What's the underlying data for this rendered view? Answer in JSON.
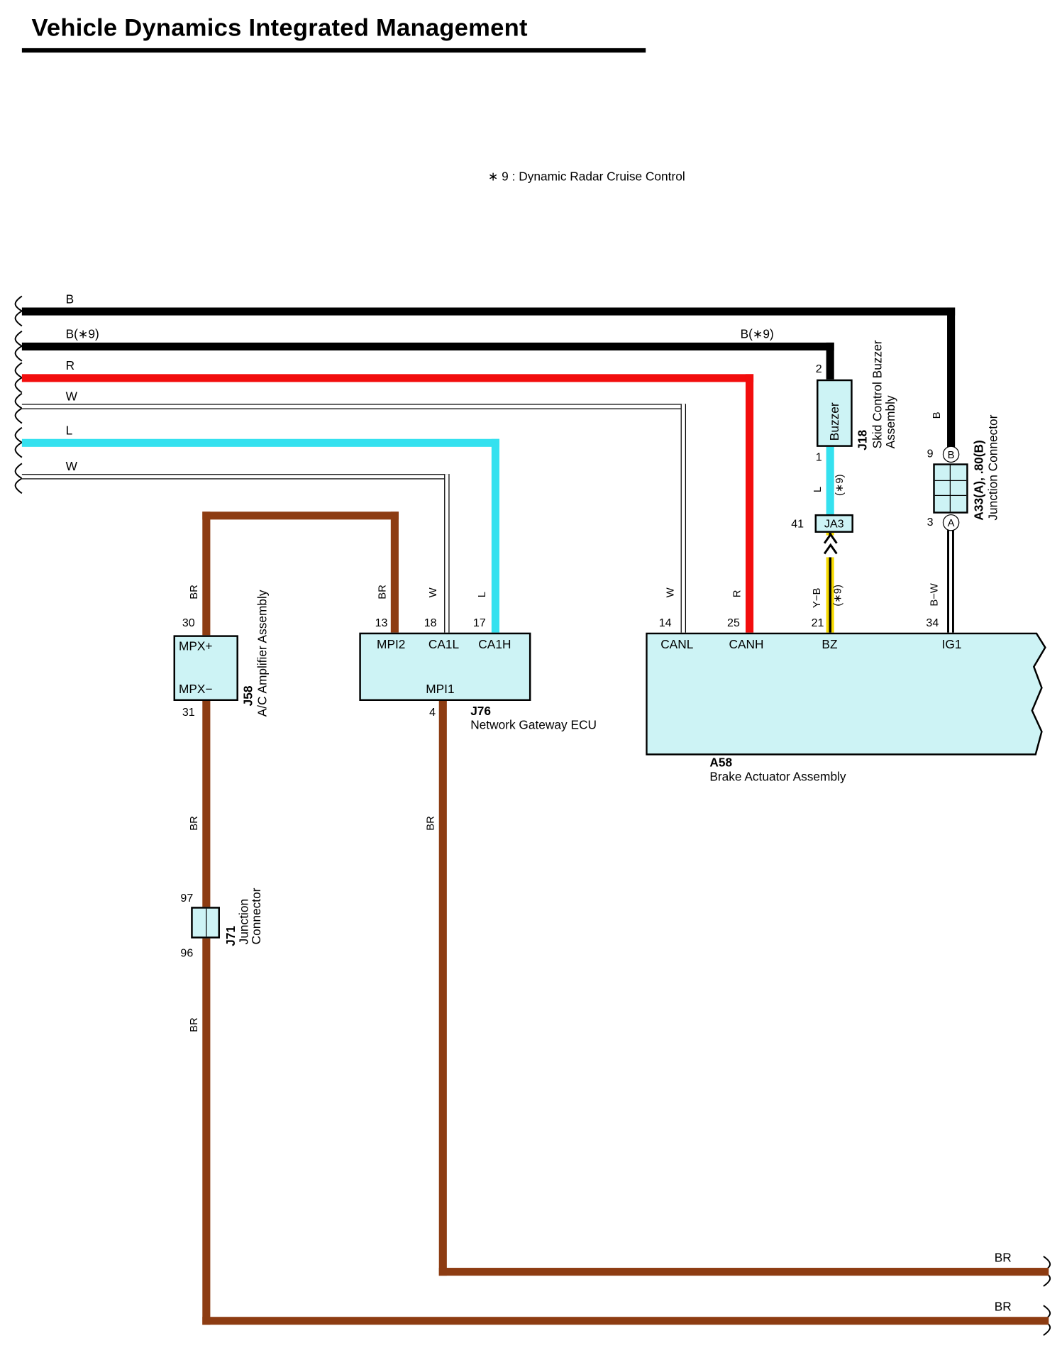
{
  "title": "Vehicle Dynamics Integrated Management",
  "note": "∗ 9 : Dynamic Radar Cruise Control",
  "colors": {
    "component_fill": "#cdf3f5",
    "wire_black": "#000000",
    "wire_red": "#f20d0d",
    "wire_cyan": "#35e1ef",
    "wire_brown": "#8d3c12",
    "wire_yellow": "#f6da00"
  },
  "left_labels": {
    "b": "B",
    "b9": "B(∗9)",
    "r": "R",
    "w1": "W",
    "l": "L",
    "w2": "W"
  },
  "mid_labels": {
    "b9": "B(∗9)"
  },
  "vert_labels": {
    "br_ac": "BR",
    "br_mpi2": "BR",
    "w_ca1l": "W",
    "l_ca1h": "L",
    "w_canl": "W",
    "r_canh": "R",
    "yb": "Y−B",
    "yb_note": "(∗9)",
    "l_buzzer": "L",
    "l_buzzer_note": "(∗9)",
    "b_main": "B",
    "bw": "B−W",
    "br_mpx_lower": "BR",
    "br_j71_lower": "BR",
    "br_mpi1_lower": "BR"
  },
  "right_labels": {
    "br_top": "BR",
    "br_bottom": "BR"
  },
  "components": {
    "j58": {
      "id": "J58",
      "name": "A/C Amplifier Assembly",
      "pin_top": "30",
      "pin_bottom": "31",
      "term_top": "MPX+",
      "term_bottom": "MPX−"
    },
    "j76": {
      "id": "J76",
      "name": "Network Gateway ECU",
      "pin_mpi2": "13",
      "pin_ca1l": "18",
      "pin_ca1h": "17",
      "pin_mpi1": "4",
      "term_mpi2": "MPI2",
      "term_ca1l": "CA1L",
      "term_ca1h": "CA1H",
      "term_mpi1": "MPI1"
    },
    "a58": {
      "id": "A58",
      "name": "Brake Actuator Assembly",
      "pin_canl": "14",
      "pin_canh": "25",
      "pin_bz": "21",
      "pin_ig1": "34",
      "term_canl": "CANL",
      "term_canh": "CANH",
      "term_bz": "BZ",
      "term_ig1": "IG1"
    },
    "j18": {
      "id": "J18",
      "name_line1": "Skid Control Buzzer",
      "name_line2": "Assembly",
      "body": "Buzzer",
      "pin_top": "2",
      "pin_bottom": "1"
    },
    "ja3": {
      "id": "JA3",
      "pin": "41"
    },
    "a33": {
      "id": "A33(A), .80(B)",
      "name": "Junction Connector",
      "pin_top": "9",
      "pin_bottom": "3",
      "term_top": "B",
      "term_bottom": "A"
    },
    "j71": {
      "id": "J71",
      "name_line1": "Junction",
      "name_line2": "Connector",
      "pin_top": "97",
      "pin_bottom": "96"
    }
  }
}
